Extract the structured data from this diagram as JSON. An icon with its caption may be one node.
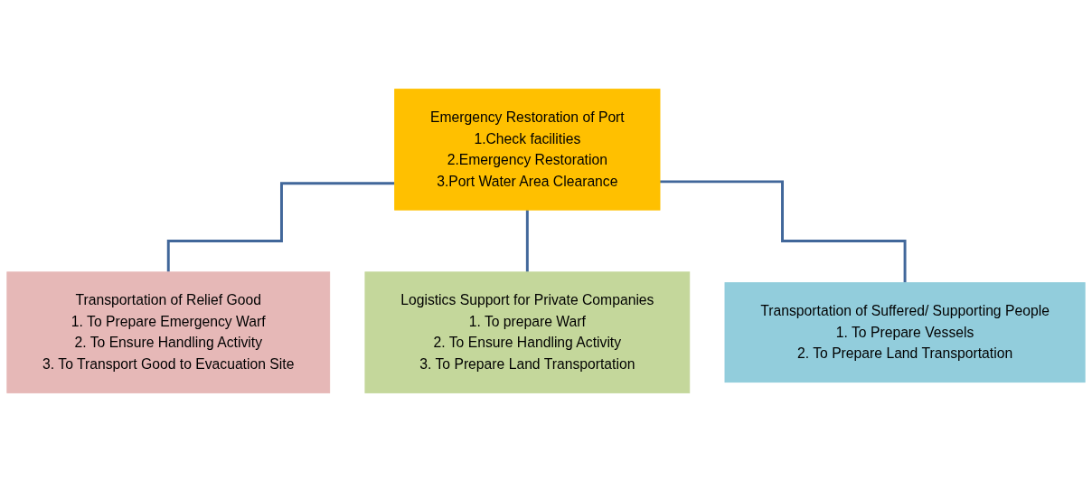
{
  "diagram": {
    "nodes": [
      {
        "text": [
          "Emergency Restoration of Port",
          "1.Check facilities",
          "2.Emergency Restoration",
          "3.Port Water Area Clearance"
        ]
      },
      {
        "text": [
          "Transportation of Relief Good",
          "1. To Prepare Emergency Warf",
          "2. To Ensure Handling Activity",
          "3. To Transport Good to Evacuation Site"
        ]
      },
      {
        "text": [
          "Logistics Support for Private Companies",
          "1. To prepare Warf",
          "2. To Ensure Handling Activity",
          "3. To Prepare Land Transportation"
        ]
      },
      {
        "text": [
          "Transportation of Suffered/ Supporting People",
          "1. To Prepare Vessels",
          "2. To Prepare Land Transportation"
        ]
      }
    ],
    "edges": [
      {
        "from": 0,
        "to": 1,
        "arrow": "none"
      },
      {
        "from": 0,
        "to": 2,
        "arrow": "none"
      },
      {
        "from": 0,
        "to": 3,
        "arrow": "none"
      }
    ]
  }
}
